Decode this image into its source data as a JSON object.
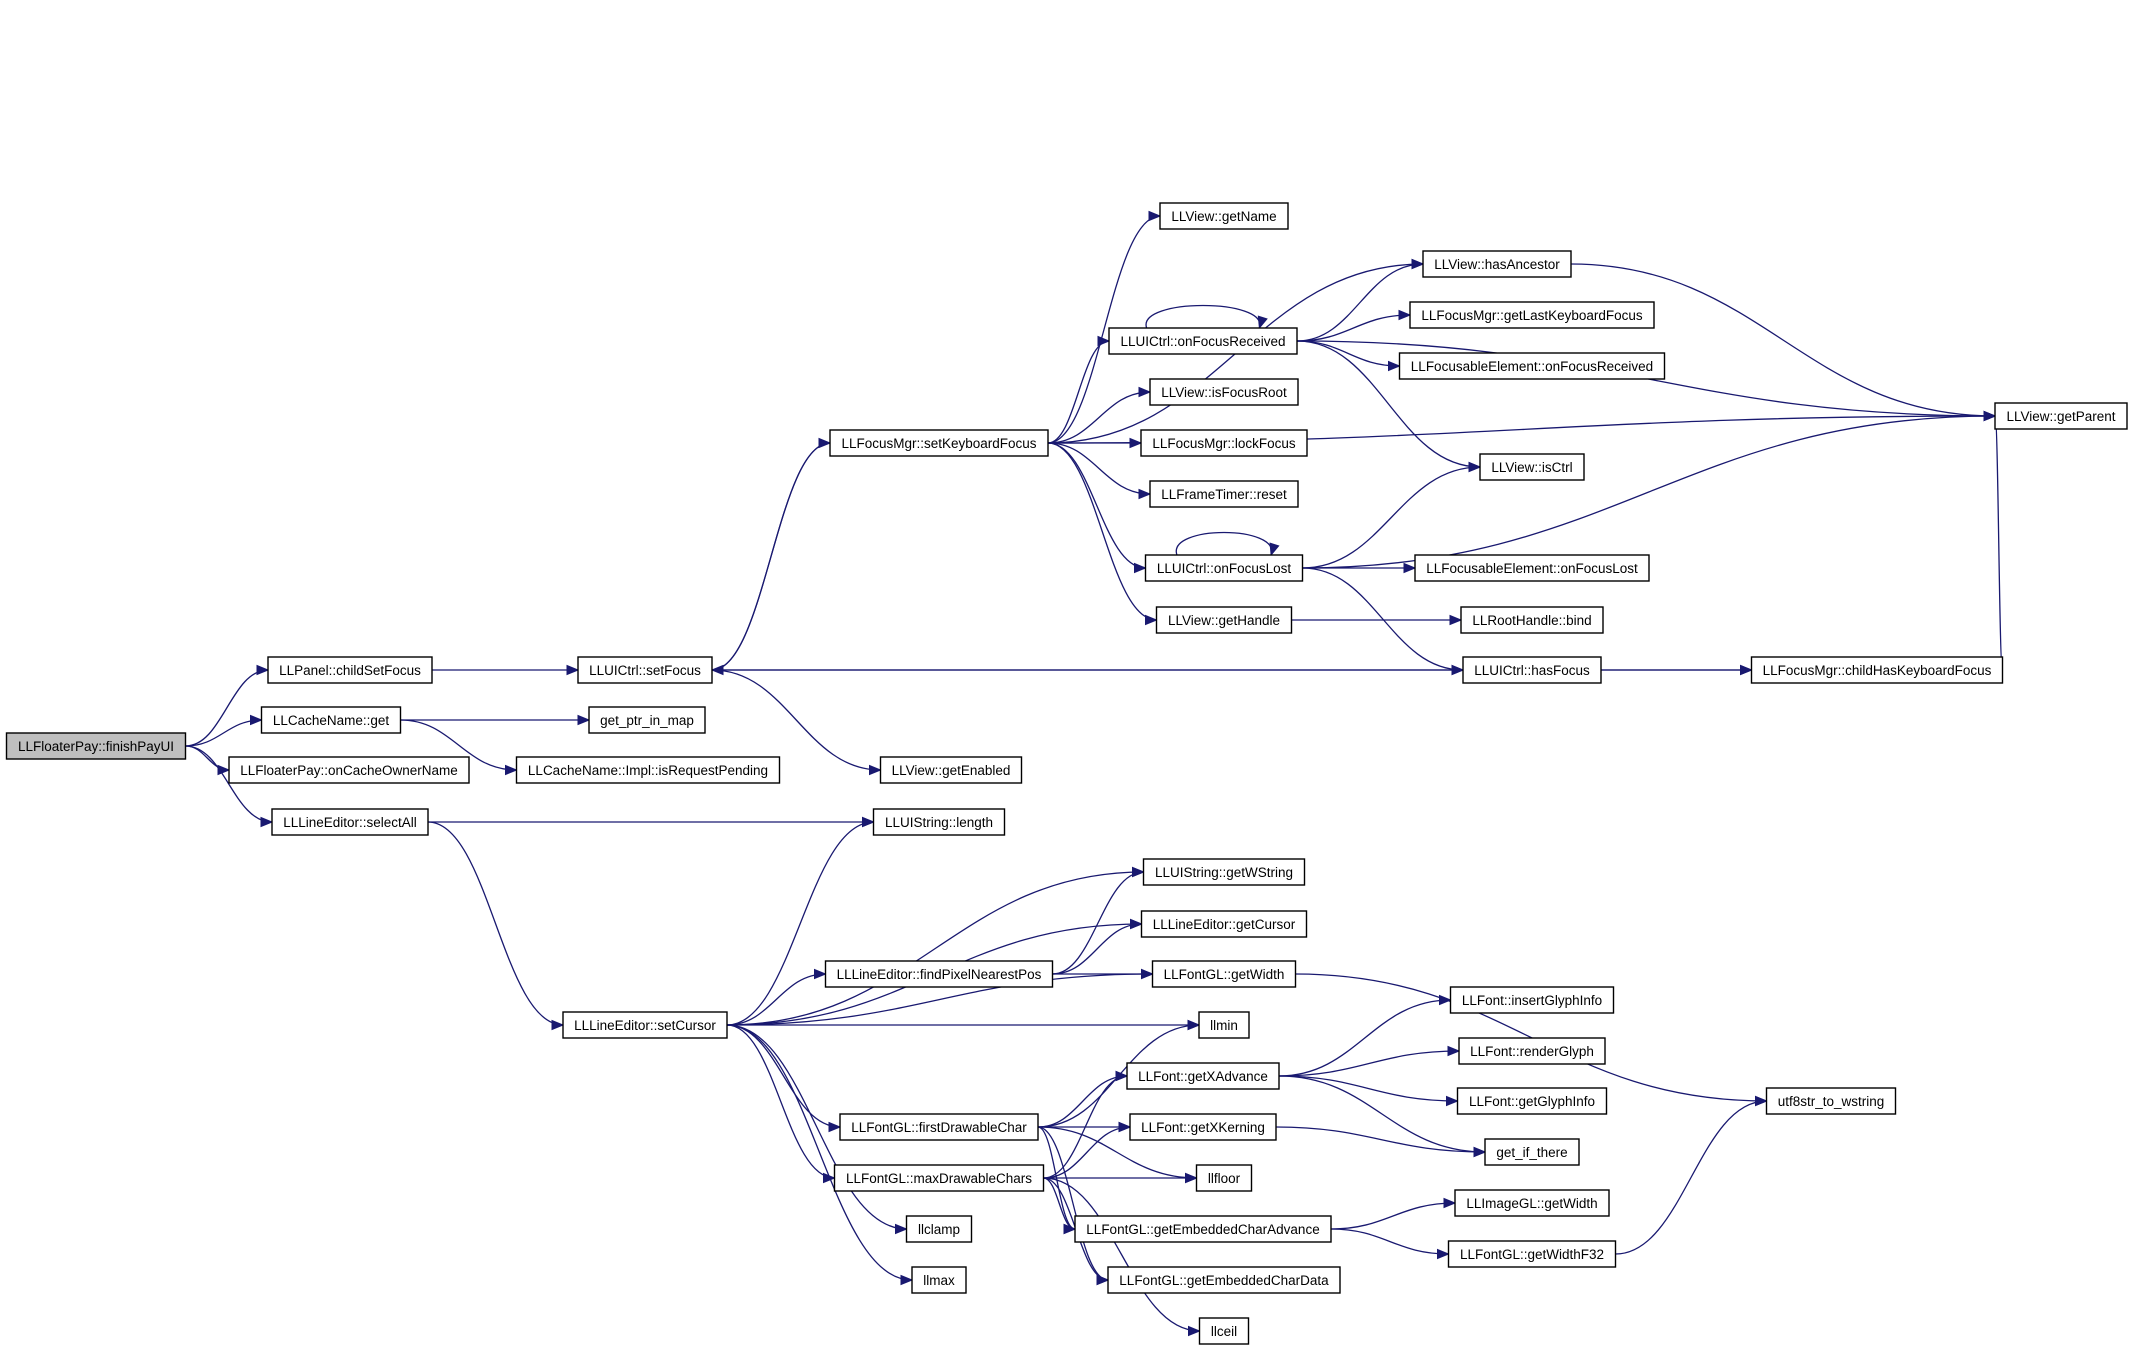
{
  "diagram": {
    "type": "call-graph",
    "root": "LLFloaterPay::finishPayUI",
    "colors": {
      "edge": "#191970",
      "node_border": "#000000",
      "root_fill": "#bfbfbf",
      "node_fill": "#ffffff",
      "text": "#000000"
    },
    "nodes": [
      {
        "id": "finishPayUI",
        "label": "LLFloaterPay::finishPayUI"
      },
      {
        "id": "childSetFocus",
        "label": "LLPanel::childSetFocus"
      },
      {
        "id": "cacheNameGet",
        "label": "LLCacheName::get"
      },
      {
        "id": "onCacheOwnerName",
        "label": "LLFloaterPay::onCacheOwnerName"
      },
      {
        "id": "selectAll",
        "label": "LLLineEditor::selectAll"
      },
      {
        "id": "uictrlSetFocus",
        "label": "LLUICtrl::setFocus"
      },
      {
        "id": "getPtrInMap",
        "label": "get_ptr_in_map"
      },
      {
        "id": "isRequestPending",
        "label": "LLCacheName::Impl::isRequestPending"
      },
      {
        "id": "setCursor",
        "label": "LLLineEditor::setCursor"
      },
      {
        "id": "setKeyboardFocus",
        "label": "LLFocusMgr::setKeyboardFocus"
      },
      {
        "id": "getEnabled",
        "label": "LLView::getEnabled"
      },
      {
        "id": "uistringLength",
        "label": "LLUIString::length"
      },
      {
        "id": "getName",
        "label": "LLView::getName"
      },
      {
        "id": "onFocusReceived",
        "label": "LLUICtrl::onFocusReceived"
      },
      {
        "id": "isFocusRoot",
        "label": "LLView::isFocusRoot"
      },
      {
        "id": "lockFocus",
        "label": "LLFocusMgr::lockFocus"
      },
      {
        "id": "frameTimerReset",
        "label": "LLFrameTimer::reset"
      },
      {
        "id": "onFocusLost",
        "label": "LLUICtrl::onFocusLost"
      },
      {
        "id": "getHandle",
        "label": "LLView::getHandle"
      },
      {
        "id": "hasAncestor",
        "label": "LLView::hasAncestor"
      },
      {
        "id": "getLastKeyboardFocus",
        "label": "LLFocusMgr::getLastKeyboardFocus"
      },
      {
        "id": "focusableOnFocusReceived",
        "label": "LLFocusableElement::onFocusReceived"
      },
      {
        "id": "isCtrl",
        "label": "LLView::isCtrl"
      },
      {
        "id": "focusableOnFocusLost",
        "label": "LLFocusableElement::onFocusLost"
      },
      {
        "id": "rootHandleBind",
        "label": "LLRootHandle::bind"
      },
      {
        "id": "hasFocus",
        "label": "LLUICtrl::hasFocus"
      },
      {
        "id": "childHasKeyboardFocus",
        "label": "LLFocusMgr::childHasKeyboardFocus"
      },
      {
        "id": "getParent",
        "label": "LLView::getParent"
      },
      {
        "id": "getWString",
        "label": "LLUIString::getWString"
      },
      {
        "id": "getCursor",
        "label": "LLLineEditor::getCursor"
      },
      {
        "id": "findPixelNearestPos",
        "label": "LLLineEditor::findPixelNearestPos"
      },
      {
        "id": "fontGetWidth",
        "label": "LLFontGL::getWidth"
      },
      {
        "id": "llmin",
        "label": "llmin"
      },
      {
        "id": "firstDrawableChar",
        "label": "LLFontGL::firstDrawableChar"
      },
      {
        "id": "maxDrawableChars",
        "label": "LLFontGL::maxDrawableChars"
      },
      {
        "id": "llclamp",
        "label": "llclamp"
      },
      {
        "id": "llmax",
        "label": "llmax"
      },
      {
        "id": "getXAdvance",
        "label": "LLFont::getXAdvance"
      },
      {
        "id": "getXKerning",
        "label": "LLFont::getXKerning"
      },
      {
        "id": "llfloor",
        "label": "llfloor"
      },
      {
        "id": "getEmbeddedCharAdvance",
        "label": "LLFontGL::getEmbeddedCharAdvance"
      },
      {
        "id": "getEmbeddedCharData",
        "label": "LLFontGL::getEmbeddedCharData"
      },
      {
        "id": "llceil",
        "label": "llceil"
      },
      {
        "id": "insertGlyphInfo",
        "label": "LLFont::insertGlyphInfo"
      },
      {
        "id": "renderGlyph",
        "label": "LLFont::renderGlyph"
      },
      {
        "id": "getGlyphInfo",
        "label": "LLFont::getGlyphInfo"
      },
      {
        "id": "getIfThere",
        "label": "get_if_there"
      },
      {
        "id": "imageGetWidth",
        "label": "LLImageGL::getWidth"
      },
      {
        "id": "getWidthF32",
        "label": "LLFontGL::getWidthF32"
      },
      {
        "id": "utf8strToWstring",
        "label": "utf8str_to_wstring"
      }
    ],
    "edges": [
      [
        "finishPayUI",
        "childSetFocus"
      ],
      [
        "finishPayUI",
        "cacheNameGet"
      ],
      [
        "finishPayUI",
        "onCacheOwnerName"
      ],
      [
        "finishPayUI",
        "selectAll"
      ],
      [
        "childSetFocus",
        "uictrlSetFocus"
      ],
      [
        "cacheNameGet",
        "getPtrInMap"
      ],
      [
        "cacheNameGet",
        "isRequestPending"
      ],
      [
        "selectAll",
        "uistringLength"
      ],
      [
        "selectAll",
        "setCursor"
      ],
      [
        "uictrlSetFocus",
        "setKeyboardFocus"
      ],
      [
        "uictrlSetFocus",
        "getEnabled"
      ],
      [
        "uictrlSetFocus",
        "hasFocus"
      ],
      [
        "uictrlSetFocus",
        "childHasKeyboardFocus"
      ],
      [
        "setKeyboardFocus",
        "uictrlSetFocus"
      ],
      [
        "setKeyboardFocus",
        "getName"
      ],
      [
        "setKeyboardFocus",
        "hasAncestor"
      ],
      [
        "setKeyboardFocus",
        "getParent"
      ],
      [
        "setKeyboardFocus",
        "onFocusReceived"
      ],
      [
        "setKeyboardFocus",
        "isFocusRoot"
      ],
      [
        "setKeyboardFocus",
        "lockFocus"
      ],
      [
        "setKeyboardFocus",
        "frameTimerReset"
      ],
      [
        "setKeyboardFocus",
        "onFocusLost"
      ],
      [
        "setKeyboardFocus",
        "getHandle"
      ],
      [
        "onFocusReceived",
        "onFocusReceived"
      ],
      [
        "onFocusReceived",
        "hasAncestor"
      ],
      [
        "onFocusReceived",
        "getLastKeyboardFocus"
      ],
      [
        "onFocusReceived",
        "focusableOnFocusReceived"
      ],
      [
        "onFocusReceived",
        "getParent"
      ],
      [
        "onFocusReceived",
        "isCtrl"
      ],
      [
        "onFocusLost",
        "onFocusLost"
      ],
      [
        "onFocusLost",
        "isCtrl"
      ],
      [
        "onFocusLost",
        "getParent"
      ],
      [
        "onFocusLost",
        "focusableOnFocusLost"
      ],
      [
        "onFocusLost",
        "hasFocus"
      ],
      [
        "getHandle",
        "rootHandleBind"
      ],
      [
        "hasAncestor",
        "getParent"
      ],
      [
        "hasFocus",
        "childHasKeyboardFocus"
      ],
      [
        "childHasKeyboardFocus",
        "getParent"
      ],
      [
        "setCursor",
        "uistringLength"
      ],
      [
        "setCursor",
        "getWString"
      ],
      [
        "setCursor",
        "getCursor"
      ],
      [
        "setCursor",
        "findPixelNearestPos"
      ],
      [
        "setCursor",
        "fontGetWidth"
      ],
      [
        "setCursor",
        "llmin"
      ],
      [
        "setCursor",
        "firstDrawableChar"
      ],
      [
        "setCursor",
        "maxDrawableChars"
      ],
      [
        "setCursor",
        "llclamp"
      ],
      [
        "setCursor",
        "llmax"
      ],
      [
        "findPixelNearestPos",
        "getWString"
      ],
      [
        "findPixelNearestPos",
        "getCursor"
      ],
      [
        "findPixelNearestPos",
        "fontGetWidth"
      ],
      [
        "fontGetWidth",
        "utf8strToWstring"
      ],
      [
        "firstDrawableChar",
        "llmin"
      ],
      [
        "firstDrawableChar",
        "getXAdvance"
      ],
      [
        "firstDrawableChar",
        "getXKerning"
      ],
      [
        "firstDrawableChar",
        "llfloor"
      ],
      [
        "firstDrawableChar",
        "getEmbeddedCharAdvance"
      ],
      [
        "firstDrawableChar",
        "getEmbeddedCharData"
      ],
      [
        "maxDrawableChars",
        "getXAdvance"
      ],
      [
        "maxDrawableChars",
        "getXKerning"
      ],
      [
        "maxDrawableChars",
        "llfloor"
      ],
      [
        "maxDrawableChars",
        "getEmbeddedCharAdvance"
      ],
      [
        "maxDrawableChars",
        "getEmbeddedCharData"
      ],
      [
        "maxDrawableChars",
        "llceil"
      ],
      [
        "getXAdvance",
        "insertGlyphInfo"
      ],
      [
        "getXAdvance",
        "renderGlyph"
      ],
      [
        "getXAdvance",
        "getGlyphInfo"
      ],
      [
        "getXAdvance",
        "getIfThere"
      ],
      [
        "getXKerning",
        "getIfThere"
      ],
      [
        "getEmbeddedCharAdvance",
        "imageGetWidth"
      ],
      [
        "getEmbeddedCharAdvance",
        "getWidthF32"
      ],
      [
        "getWidthF32",
        "utf8strToWstring"
      ]
    ]
  }
}
